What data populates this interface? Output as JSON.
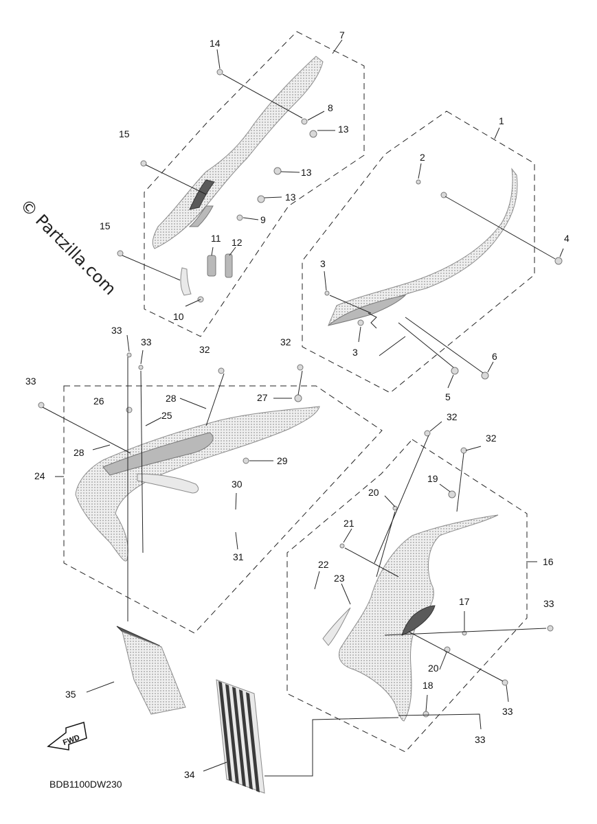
{
  "watermark": "© Partzilla.com",
  "diagram_code": "BDB1100DW230",
  "fwd_label": "FWD",
  "callouts": {
    "c1": "1",
    "c2": "2",
    "c3a": "3",
    "c3b": "3",
    "c4": "4",
    "c5": "5",
    "c6": "6",
    "c7": "7",
    "c8": "8",
    "c9": "9",
    "c10": "10",
    "c11": "11",
    "c12": "12",
    "c13a": "13",
    "c13b": "13",
    "c13c": "13",
    "c14": "14",
    "c15a": "15",
    "c15b": "15",
    "c16": "16",
    "c17": "17",
    "c18": "18",
    "c19": "19",
    "c20a": "20",
    "c20b": "20",
    "c21": "21",
    "c22": "22",
    "c23": "23",
    "c24": "24",
    "c25": "25",
    "c26": "26",
    "c27": "27",
    "c28a": "28",
    "c28b": "28",
    "c29": "29",
    "c30": "30",
    "c31": "31",
    "c32a": "32",
    "c32b": "32",
    "c32c": "32",
    "c32d": "32",
    "c33a": "33",
    "c33b": "33",
    "c33c": "33",
    "c33d": "33",
    "c33e": "33",
    "c33f": "33",
    "c34": "34",
    "c35": "35"
  }
}
